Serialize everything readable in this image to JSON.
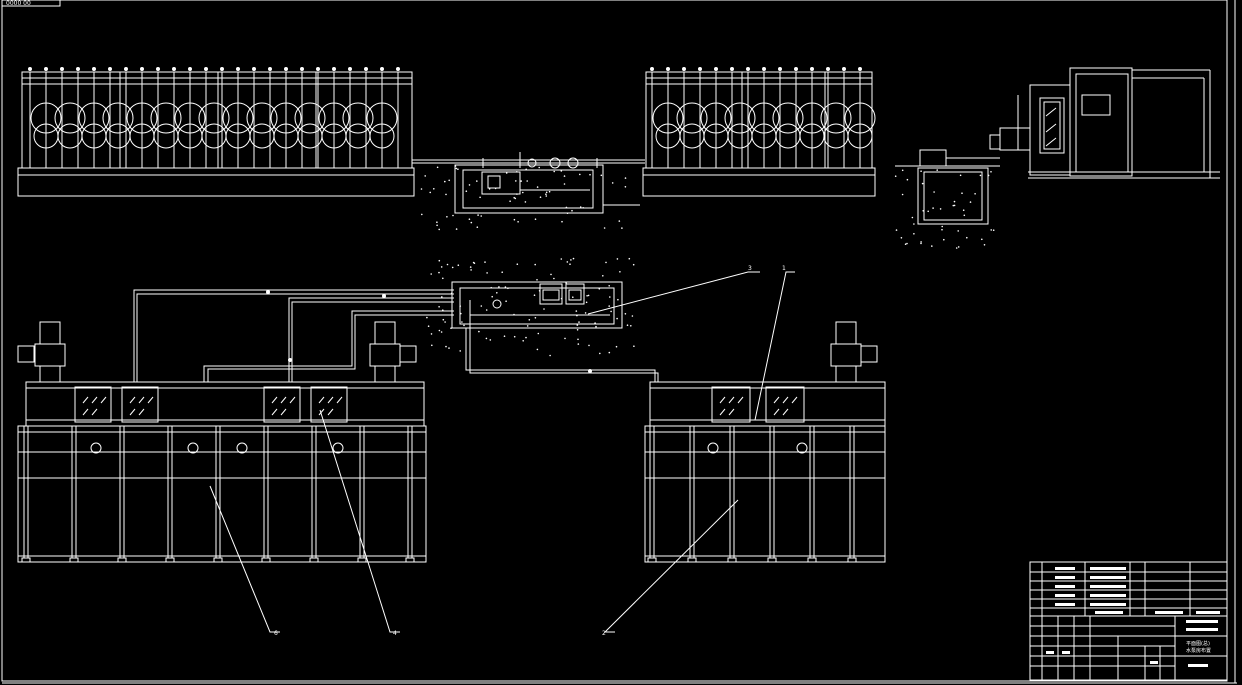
{
  "drawing": {
    "background": "#000000",
    "line_color": "#ffffff",
    "top_left_tag": "0000  00",
    "callouts": [
      "3",
      "1",
      "6",
      "4",
      "2"
    ]
  },
  "title_block": {
    "name_line1": "平面图(总)",
    "name_line2": "水泵房布置"
  }
}
